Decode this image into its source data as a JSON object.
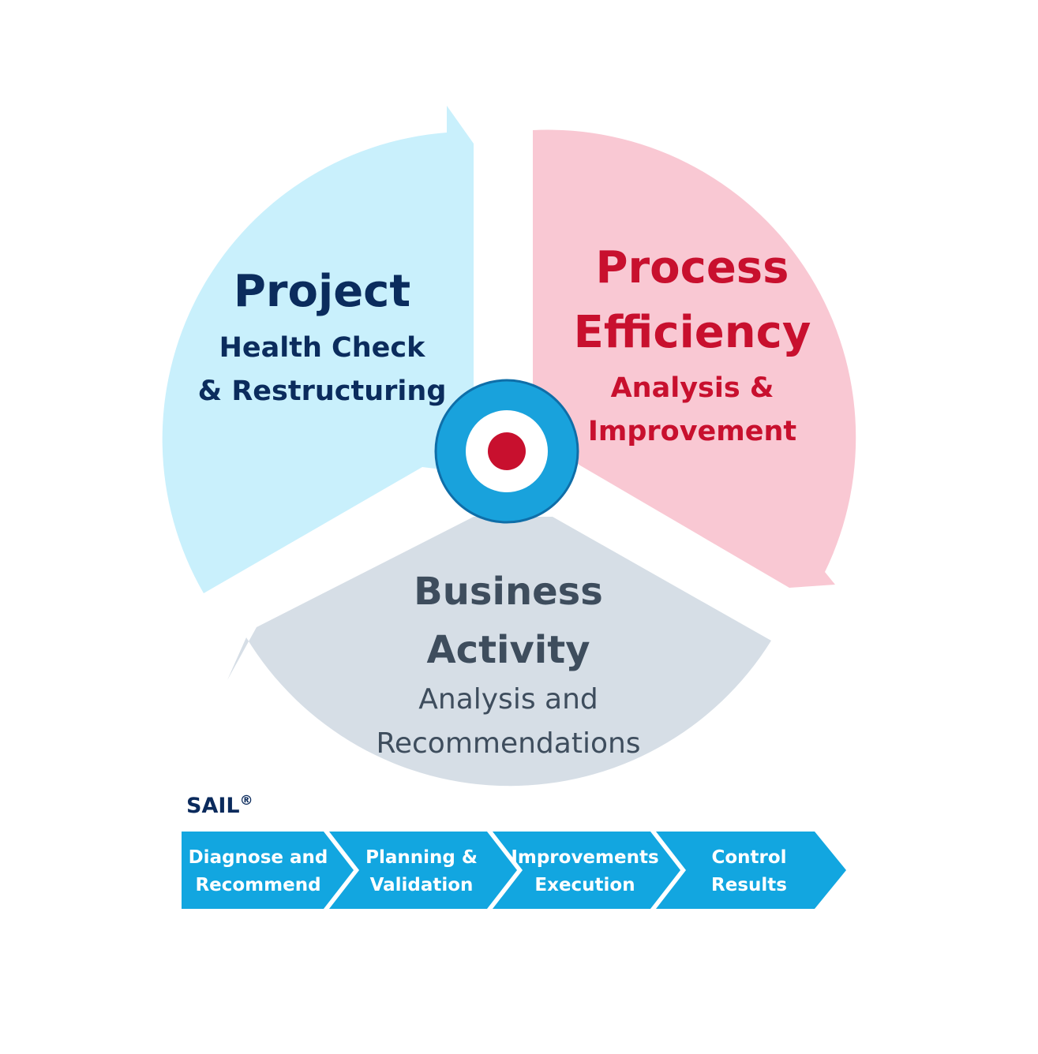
{
  "colors": {
    "project_fill": "#c9f0fc",
    "project_text": "#0b2c5d",
    "process_fill": "#f9c8d3",
    "process_text": "#c8102e",
    "business_fill": "#d6dee6",
    "business_text": "#3e4d5d",
    "target_ring": "#19a2dc",
    "target_center": "#c8102e",
    "chevron_fill": "#12a6e0",
    "sail_text": "#0a2a5c"
  },
  "segments": {
    "project": {
      "title": "Project",
      "line1": "Health Check",
      "line2": "& Restructuring"
    },
    "process": {
      "title1": "Process",
      "title2": "Efficiency",
      "line1": "Analysis &",
      "line2": "Improvement"
    },
    "business": {
      "title1": "Business",
      "title2": "Activity",
      "line1": "Analysis and",
      "line2": "Recommendations"
    }
  },
  "sail": {
    "label": "SAIL",
    "mark": "®",
    "steps": [
      {
        "line1": "Diagnose and",
        "line2": "Recommend"
      },
      {
        "line1": "Planning  &",
        "line2": "Validation"
      },
      {
        "line1": "Improvements",
        "line2": "Execution"
      },
      {
        "line1": "Control",
        "line2": "Results"
      }
    ]
  },
  "icons": {
    "center": "target-icon"
  }
}
